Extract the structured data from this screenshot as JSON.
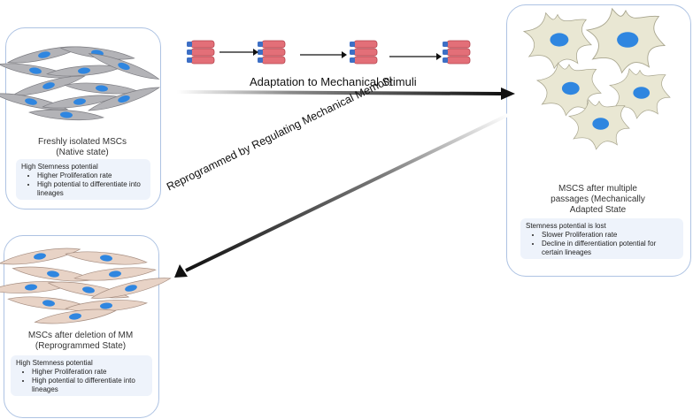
{
  "top_arrow_label": "Adaptation to Mechanical Stimuli",
  "diag_arrow_label": "Reprogrammed  by Regulating Mechanical Memory",
  "panel_native": {
    "title_line1": "Freshly isolated MSCs",
    "title_line2": "(Native state)",
    "heading": "High Stemness potential",
    "bullets": [
      "Higher Proliferation rate",
      "High potential to differentiate into lineages"
    ]
  },
  "panel_adapted": {
    "title_line1": "MSCS after multiple",
    "title_line2": "passages (Mechanically",
    "title_line3": "Adapted State",
    "heading": "Stemness potential is lost",
    "bullets": [
      "Slower Proliferation rate",
      "Decline in differentiation potential for certain lineages"
    ]
  },
  "panel_reprogrammed": {
    "title_line1": "MSCs after deletion of MM",
    "title_line2": "(Reprogrammed State)",
    "heading": "High Stemness potential",
    "bullets": [
      "Higher Proliferation rate",
      "High potential to differentiate into lineages"
    ]
  },
  "colors": {
    "panel_border": "#aec3e3",
    "note_bg": "#eef3fb",
    "native_cell": "#b3b3b7",
    "adapted_cell": "#e9e7d3",
    "reprogrammed_cell": "#e8d3c6",
    "nucleus": "#2f86e0",
    "flask_pink": "#e36f78",
    "flask_blue": "#3d6fc5"
  }
}
